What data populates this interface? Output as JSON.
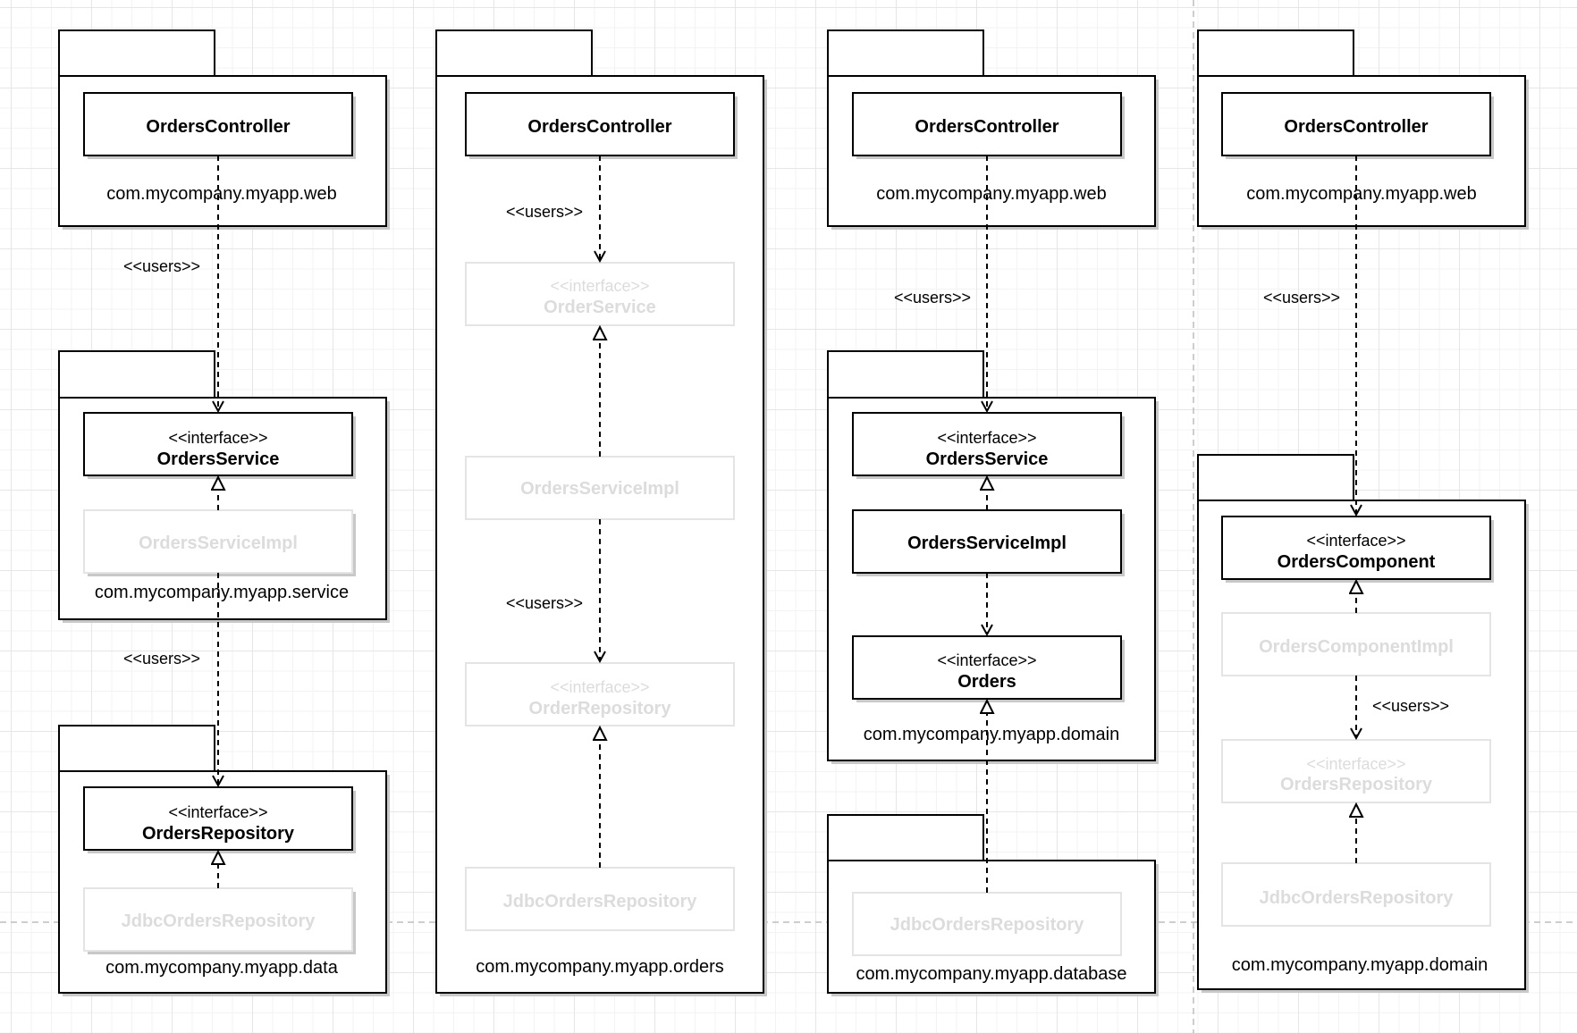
{
  "labels": {
    "controller": "OrdersController",
    "interface_stereotype": "<<interface>>",
    "users": "<<users>>",
    "orders_service": "OrdersService",
    "orders_service_impl": "OrdersServiceImpl",
    "orders_repository": "OrdersRepository",
    "jdbc_orders_repository": "JdbcOrdersRepository",
    "order_service": "OrderService",
    "order_repository": "OrderRepository",
    "orders": "Orders",
    "orders_component": "OrdersComponent",
    "orders_component_impl": "OrdersComponentImpl"
  },
  "packages": {
    "web": "com.mycompany.myapp.web",
    "service": "com.mycompany.myapp.service",
    "data": "com.mycompany.myapp.data",
    "orders": "com.mycompany.myapp.orders",
    "domain": "com.mycompany.myapp.domain",
    "database": "com.mycompany.myapp.database"
  },
  "colors": {
    "line": "#000000",
    "faded": "#dcdcdc",
    "grid": "#e6e6e6"
  }
}
